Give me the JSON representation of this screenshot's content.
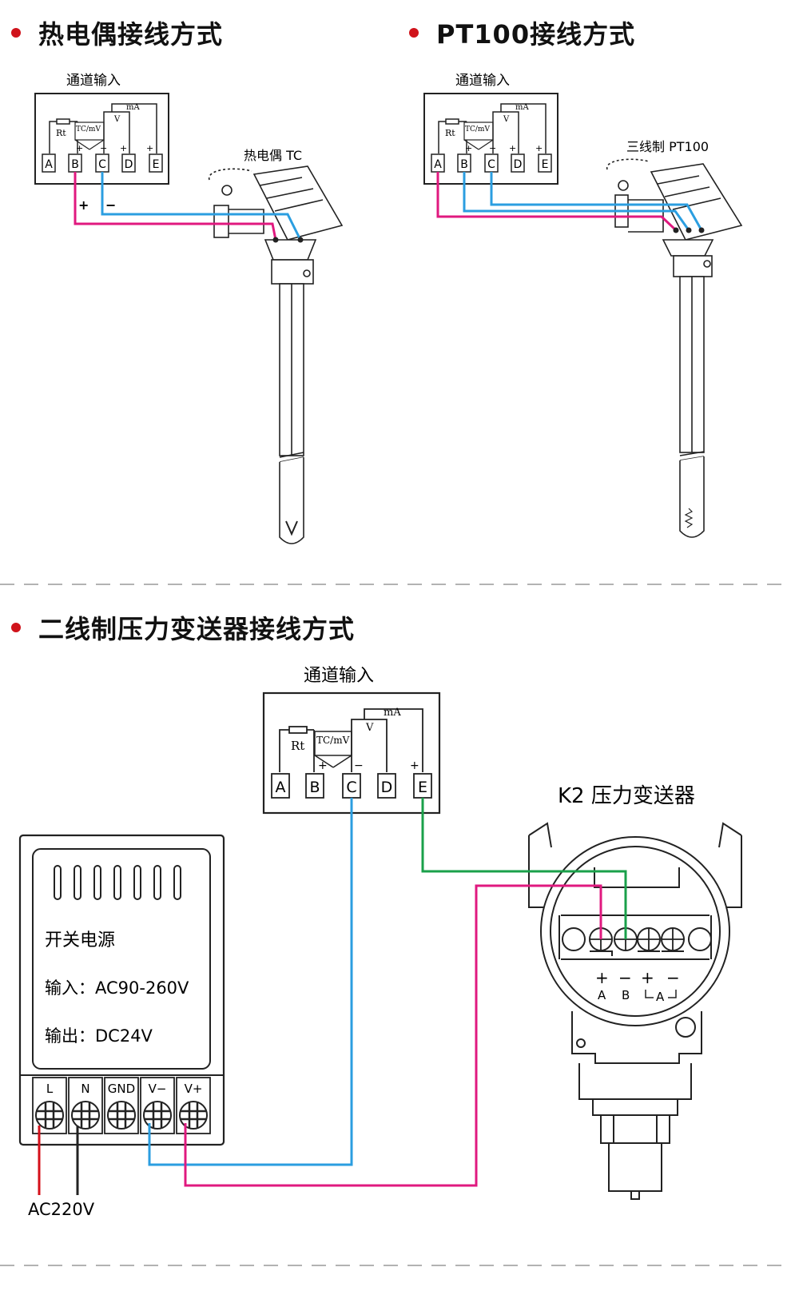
{
  "sections": [
    {
      "title": "热电偶接线方式"
    },
    {
      "title": "PT100接线方式"
    },
    {
      "title": "二线制压力变送器接线方式"
    }
  ],
  "channel_box": {
    "title": "通道输入",
    "terminals": [
      "A",
      "B",
      "C",
      "D",
      "E"
    ],
    "rt_label": "Rt",
    "tc_label": "TC/mV",
    "v_label": "V",
    "ma_label": "mA",
    "plus": "+",
    "minus": "−"
  },
  "thermocouple": {
    "label": "热电偶 TC",
    "plus_label": "+",
    "minus_label": "−"
  },
  "pt100": {
    "label": "三线制 PT100"
  },
  "transmitter": {
    "title": "K2 压力变送器",
    "terminal_signs": [
      "+",
      "−",
      "+",
      "−"
    ],
    "terminal_letters": [
      "A",
      "B",
      "A"
    ]
  },
  "power_supply": {
    "name": "开关电源",
    "input": "输入：AC90-260V",
    "output": "输出：DC24V",
    "terminals": [
      "L",
      "N",
      "GND",
      "V−",
      "V+"
    ],
    "ac_label": "AC220V"
  },
  "colors": {
    "red_dot": "#d0131b",
    "magenta": "#e0197f",
    "blue": "#2b9ee0",
    "green": "#1aa04a",
    "red_wire": "#d4101a",
    "black_wire": "#222222"
  }
}
